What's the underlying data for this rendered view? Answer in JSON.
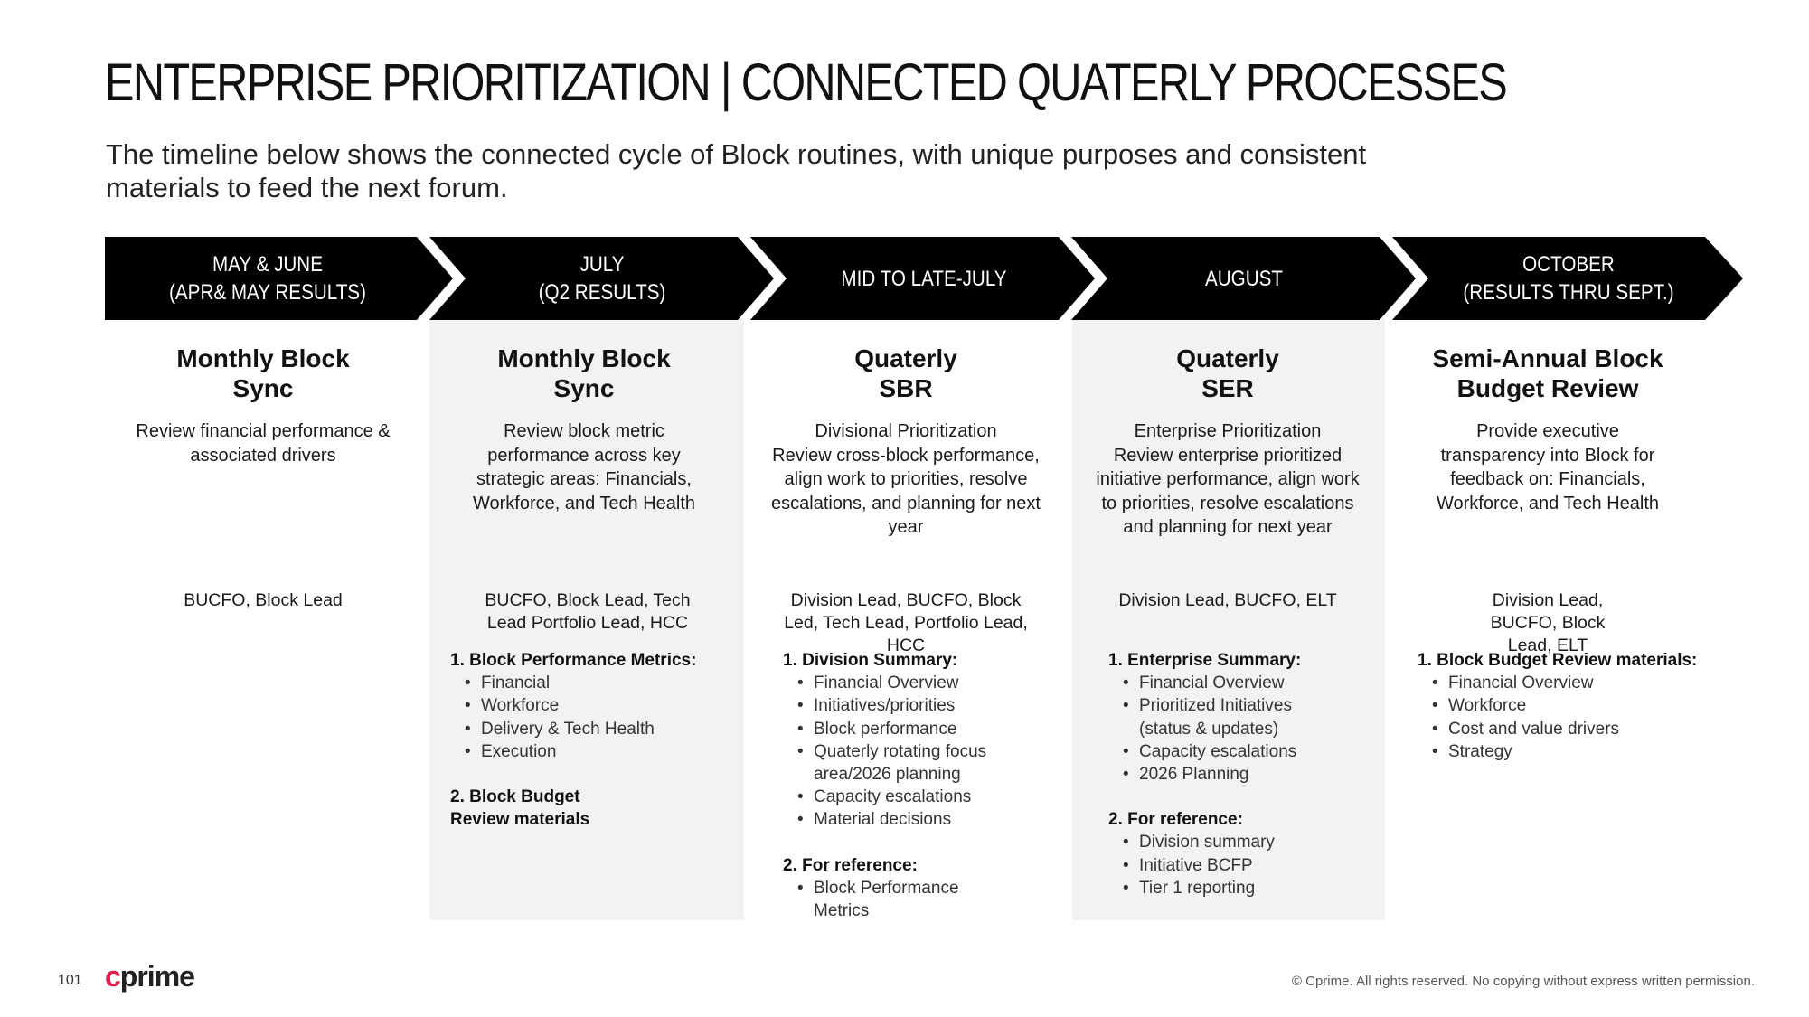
{
  "header": {
    "title": "ENTERPRISE PRIORITIZATION | CONNECTED QUATERLY PROCESSES",
    "subtitle": "The timeline below shows the connected cycle of Block routines, with unique purposes and consistent materials to feed the next forum."
  },
  "colors": {
    "banner": "#000000",
    "shade": "#f2f2f2",
    "brand_accent": "#e01e4c"
  },
  "timeline": [
    {
      "line1": "MAY & JUNE",
      "line2": "(APR& MAY RESULTS)"
    },
    {
      "line1": "JULY",
      "line2": "(Q2 RESULTS)"
    },
    {
      "line1": "MID TO LATE-JULY",
      "line2": ""
    },
    {
      "line1": "AUGUST",
      "line2": ""
    },
    {
      "line1": "OCTOBER",
      "line2": "(RESULTS THRU SEPT.)"
    }
  ],
  "columns": [
    {
      "title1": "Monthly Block",
      "title2": "Sync",
      "description": "Review financial performance & associated drivers",
      "participants": "BUCFO, Block Lead"
    },
    {
      "title1": "Monthly Block",
      "title2": "Sync",
      "description": "Review block metric performance across key strategic areas: Financials, Workforce, and Tech Health",
      "participants": "BUCFO, Block Lead, Tech Lead Portfolio Lead, HCC",
      "materials": [
        {
          "heading": "1. Block Performance Metrics:",
          "items": [
            "Financial",
            "Workforce",
            "Delivery & Tech Health",
            "Execution"
          ]
        },
        {
          "heading": "2. Block Budget Review materials",
          "items": []
        }
      ]
    },
    {
      "title1": "Quaterly",
      "title2": "SBR",
      "description_line1": "Divisional Prioritization",
      "description": "Review cross-block performance, align work to priorities, resolve escalations, and planning for next year",
      "participants": "Division Lead, BUCFO, Block Led, Tech Lead, Portfolio Lead, HCC",
      "materials": [
        {
          "heading": "1. Division Summary:",
          "items": [
            "Financial Overview",
            "Initiatives/priorities",
            "Block performance",
            "Quaterly rotating focus area/2026 planning",
            "Capacity escalations",
            "Material decisions"
          ]
        },
        {
          "heading": "2. For reference:",
          "items": [
            "Block Performance Metrics"
          ]
        }
      ]
    },
    {
      "title1": "Quaterly",
      "title2": "SER",
      "description_line1": "Enterprise Prioritization",
      "description": "Review enterprise prioritized initiative performance, align work to priorities, resolve escalations and planning for next year",
      "participants": "Division Lead, BUCFO, ELT",
      "materials": [
        {
          "heading": "1. Enterprise Summary:",
          "items": [
            "Financial Overview",
            "Prioritized Initiatives (status & updates)",
            "Capacity escalations",
            "2026 Planning"
          ]
        },
        {
          "heading": "2. For reference:",
          "items": [
            "Division summary",
            "Initiative BCFP",
            "Tier 1 reporting"
          ]
        }
      ]
    },
    {
      "title1": "Semi-Annual Block",
      "title2": "Budget Review",
      "description": "Provide executive transparency into Block for feedback on: Financials, Workforce, and Tech Health",
      "participants": "Division Lead, BUCFO, Block Lead, ELT",
      "materials": [
        {
          "heading": "1. Block Budget Review materials:",
          "items": [
            "Financial Overview",
            "Workforce",
            "Cost and value drivers",
            "Strategy"
          ]
        }
      ]
    }
  ],
  "footer": {
    "page_number": "101",
    "logo": "cprime",
    "copyright": "© Cprime. All rights reserved. No copying without express written permission."
  }
}
